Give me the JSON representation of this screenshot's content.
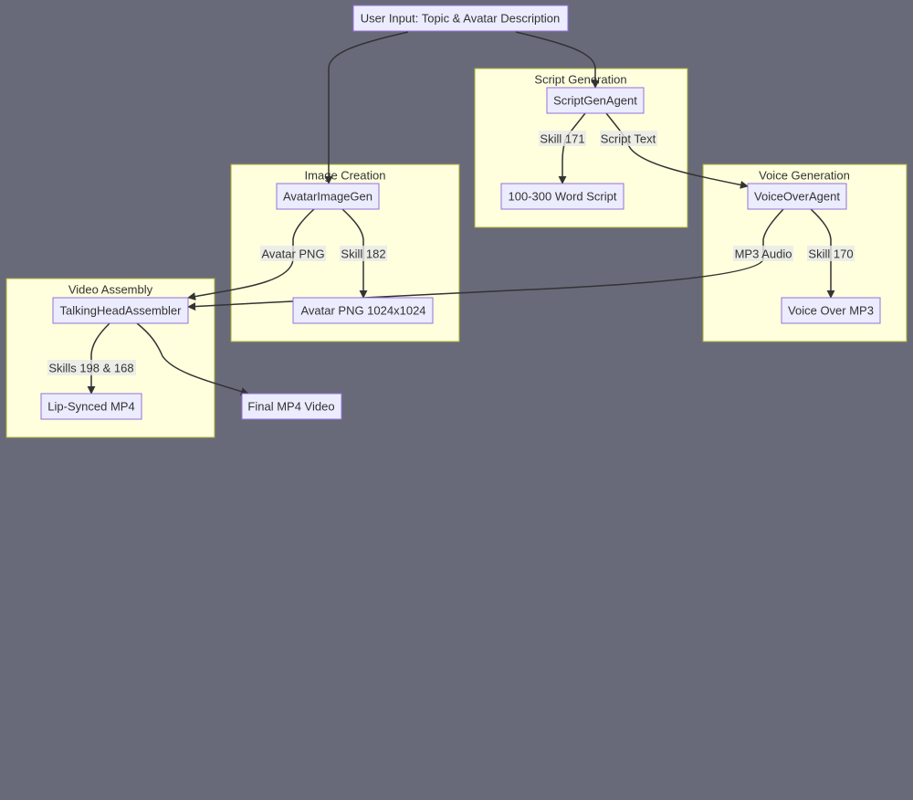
{
  "clusters": {
    "script": "Script Generation",
    "image": "Image Creation",
    "voice": "Voice Generation",
    "video": "Video Assembly"
  },
  "nodes": {
    "user_input": "User Input: Topic & Avatar Description",
    "script_agent": "ScriptGenAgent",
    "word_script": "100-300 Word Script",
    "avatar_gen": "AvatarImageGen",
    "avatar_png": "Avatar PNG 1024x1024",
    "voice_agent": "VoiceOverAgent",
    "voice_mp3": "Voice Over MP3",
    "assembler": "TalkingHeadAssembler",
    "lipsync": "Lip-Synced MP4",
    "final": "Final MP4 Video"
  },
  "edge_labels": {
    "skill171": "Skill 171",
    "script_text": "Script Text",
    "avatar_png": "Avatar PNG",
    "skill182": "Skill 182",
    "mp3_audio": "MP3 Audio",
    "skill170": "Skill 170",
    "skills198": "Skills 198 & 168"
  },
  "colors": {
    "background": "#686a7a",
    "cluster_fill": "#ffffde",
    "cluster_stroke": "#aaaa33",
    "node_fill": "#ececff",
    "node_stroke": "#9370db",
    "edge": "#333333"
  }
}
